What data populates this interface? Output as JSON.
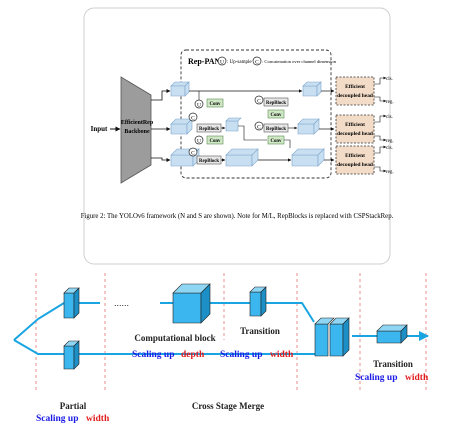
{
  "top_figure": {
    "input_label": "Input",
    "backbone_label_lines": [
      "EfficientRep",
      "Backbone"
    ],
    "neck_title": "Rep-PAN",
    "legend_upsample_symbol": "U",
    "legend_upsample_text": ": Up-sample",
    "legend_concat_symbol": "C",
    "legend_concat_text": ": Concatenation over channel dimension",
    "upsample_symbol": "U",
    "concat_symbol": "C",
    "repblock_label": "RepBlock",
    "conv_label": "Conv",
    "head_label_lines": [
      "Efficient",
      "decoupled head"
    ],
    "output_cls": "cls.",
    "output_reg": "reg.",
    "caption": "Figure 2: The YOLOv6 framework (N and S are shown). Note for M/L, RepBlocks is replaced with CSPStackRep."
  },
  "bottom_figure": {
    "dots": "......",
    "computational_block_label": "Computational block",
    "transition_label_1": "Transition",
    "transition_label_2": "Transition",
    "partial_label": "Partial",
    "cross_stage_merge_label": "Cross Stage Merge",
    "scaling_up_word": "Scaling up",
    "depth_word": "depth",
    "width_word": "width",
    "colors": {
      "line": "#1aa5e2",
      "cube_face": "#3bb6ee",
      "cube_top": "#8fd6f5",
      "cube_side": "#1b8fc6",
      "blue_text": "#1a1ae6",
      "red_text": "#e21b1b",
      "dashed_red": "#e88c8c"
    }
  }
}
